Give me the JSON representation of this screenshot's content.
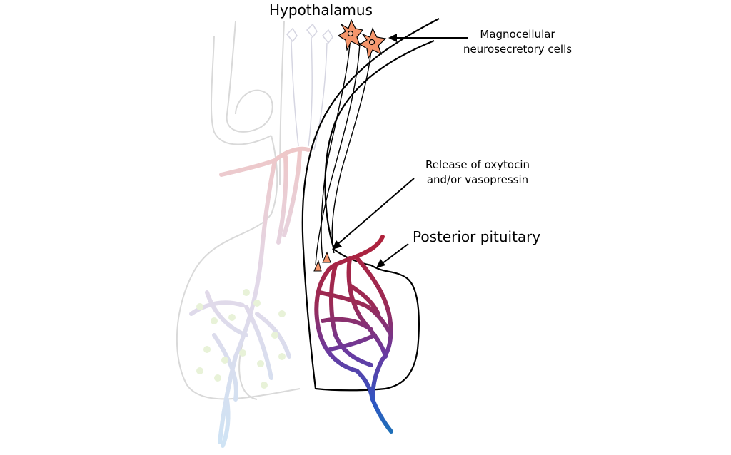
{
  "labels": {
    "hypothalamus": "Hypothalamus",
    "magnocellular_line1": "Magnocellular",
    "magnocellular_line2": "neurosecretory cells",
    "release_line1": "Release of oxytocin",
    "release_line2": "and/or vasopressin",
    "posterior_pituitary": "Posterior pituitary"
  },
  "colors": {
    "outline": "#000000",
    "faded_outline": "#d9d9d9",
    "neuron_fill": "#f4956b",
    "artery_red": "#b0213a",
    "vein_blue": "#1f5fbf",
    "faded_red": "#efc6c6",
    "faded_blue": "#cfe3f4",
    "faded_dots": "#e8f2d8"
  }
}
